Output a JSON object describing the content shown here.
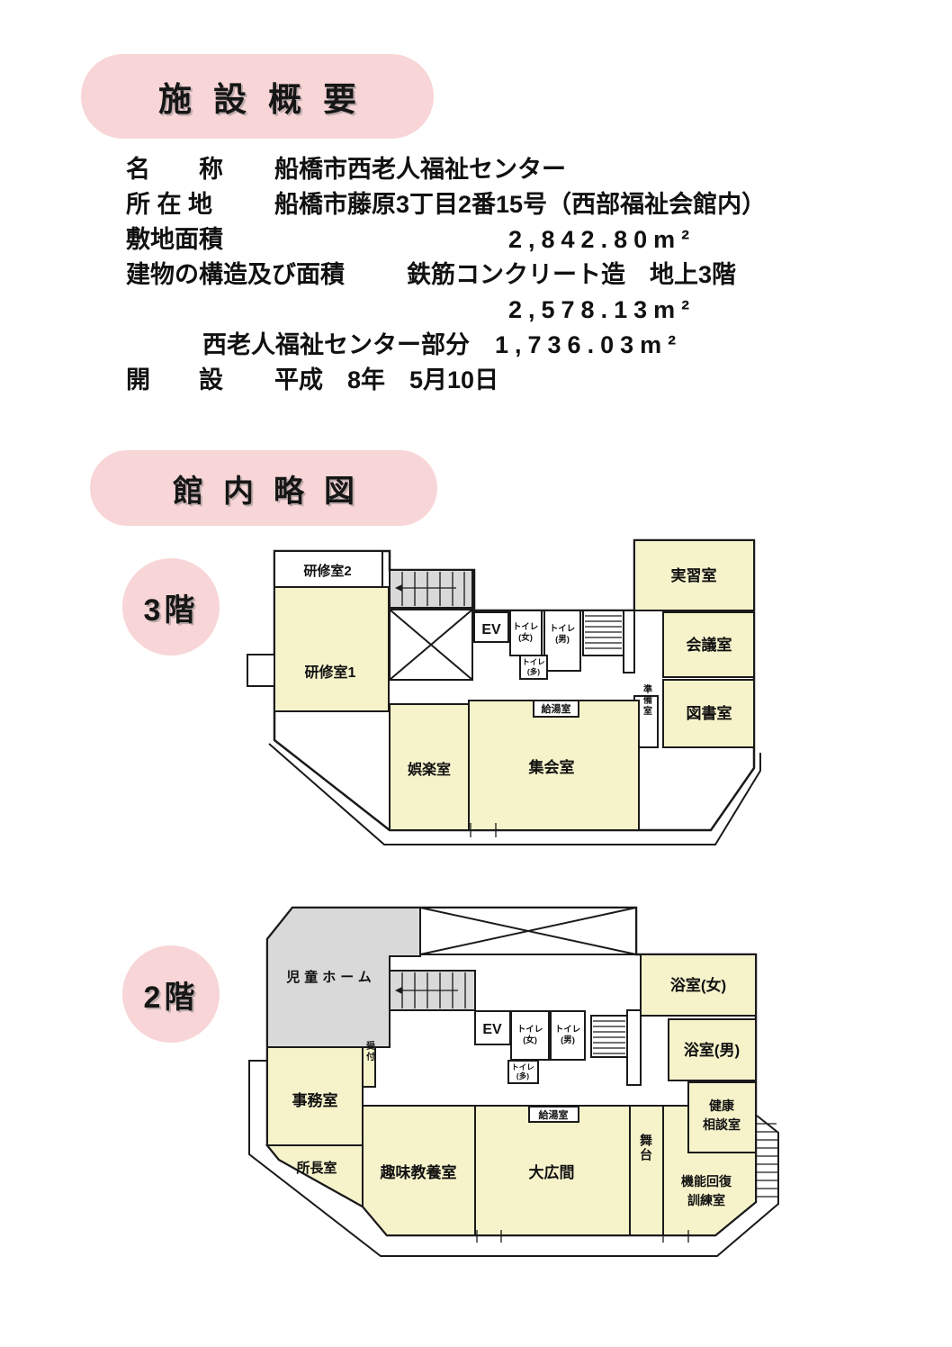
{
  "colors": {
    "pink": "#f8d5d6",
    "room_yellow": "#f6f3cb",
    "stair_gray": "#d9d9d9",
    "wall": "#1a1a1a"
  },
  "headers": {
    "overview": "施設概要",
    "map": "館内略図"
  },
  "overview": {
    "rows": [
      {
        "label": "名　　称",
        "text": "船橋市西老人福祉センター",
        "num": ""
      },
      {
        "label": "所 在 地",
        "text": "船橋市藤原3丁目2番15号（西部福祉会館内）",
        "num": ""
      },
      {
        "label": "敷地面積",
        "text": "",
        "num": "2,842.80m²"
      },
      {
        "label": "建物の構造及び面積",
        "text": "鉄筋コンクリート造　地上3階",
        "num": ""
      },
      {
        "label": "",
        "text": "",
        "num": "2,578.13m²"
      },
      {
        "label": "",
        "text": "西老人福祉センター部分",
        "num": "1,736.03m²"
      },
      {
        "label": "開　　設",
        "text": "平成　8年　5月10日",
        "num": ""
      }
    ]
  },
  "floor3": {
    "name": "3階",
    "rooms": {
      "kenshu2": "研修室2",
      "kenshu1": "研修室1",
      "ev": "EV",
      "toilet_w1": "トイレ",
      "toilet_w2": "(女)",
      "toilet_m1": "トイレ",
      "toilet_m2": "(男)",
      "toilet_t1": "トイレ",
      "toilet_t2": "(多)",
      "jisshu": "実習室",
      "kaigi": "会議室",
      "tosho": "図書室",
      "junbi": "準備室",
      "kyuto": "給湯室",
      "goraku": "娯楽室",
      "shukai": "集会室"
    }
  },
  "floor2": {
    "name": "2階",
    "rooms": {
      "jido": "児童ホーム",
      "ev": "EV",
      "toilet_w1": "トイレ",
      "toilet_w2": "(女)",
      "toilet_m1": "トイレ",
      "toilet_m2": "(男)",
      "toilet_t1": "トイレ",
      "toilet_t2": "(多)",
      "yokushitsu_w": "浴室(女)",
      "yokushitsu_m": "浴室(男)",
      "kenko1": "健康",
      "kenko2": "相談室",
      "uketsuke": "受付",
      "jimu": "事務室",
      "shocho": "所長室",
      "shumi": "趣味教養室",
      "ohiroma": "大広間",
      "kyuto": "給湯室",
      "butai": "舞台",
      "kino1": "機能回復",
      "kino2": "訓練室"
    }
  }
}
